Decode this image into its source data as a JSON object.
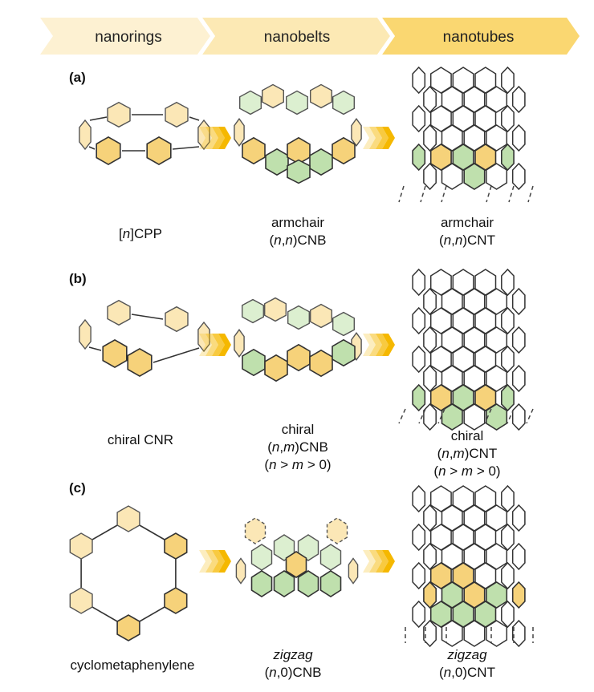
{
  "header": {
    "stages": [
      "nanorings",
      "nanobelts",
      "nanotubes"
    ],
    "colors": {
      "light": "#fdf1cf",
      "mid": "#fbe29b",
      "dark": "#f9cf5a"
    }
  },
  "rows": [
    {
      "tag": "(a)",
      "captions": [
        {
          "segments": [
            {
              "text": "[",
              "italic": false
            },
            {
              "text": "n",
              "italic": true
            },
            {
              "text": "]CPP",
              "italic": false
            }
          ]
        },
        {
          "line1": "armchair",
          "segments": [
            {
              "text": "(",
              "italic": false
            },
            {
              "text": "n",
              "italic": true
            },
            {
              "text": ",",
              "italic": false
            },
            {
              "text": "n",
              "italic": true
            },
            {
              "text": ")CNB",
              "italic": false
            }
          ]
        },
        {
          "line1": "armchair",
          "segments": [
            {
              "text": "(",
              "italic": false
            },
            {
              "text": "n",
              "italic": true
            },
            {
              "text": ",",
              "italic": false
            },
            {
              "text": "n",
              "italic": true
            },
            {
              "text": ")CNT",
              "italic": false
            }
          ]
        }
      ]
    },
    {
      "tag": "(b)",
      "captions": [
        {
          "segments": [
            {
              "text": "chiral CNR",
              "italic": false
            }
          ]
        },
        {
          "line1": "chiral",
          "segments": [
            {
              "text": "(",
              "italic": false
            },
            {
              "text": "n",
              "italic": true
            },
            {
              "text": ",",
              "italic": false
            },
            {
              "text": "m",
              "italic": true
            },
            {
              "text": ")CNB",
              "italic": false
            }
          ],
          "line3": [
            {
              "text": "(",
              "italic": false
            },
            {
              "text": "n",
              "italic": true
            },
            {
              "text": " > ",
              "italic": false
            },
            {
              "text": "m",
              "italic": true
            },
            {
              "text": " > 0)",
              "italic": false
            }
          ]
        },
        {
          "line1": "chiral",
          "segments": [
            {
              "text": "(",
              "italic": false
            },
            {
              "text": "n",
              "italic": true
            },
            {
              "text": ",",
              "italic": false
            },
            {
              "text": "m",
              "italic": true
            },
            {
              "text": ")CNT",
              "italic": false
            }
          ],
          "line3": [
            {
              "text": "(",
              "italic": false
            },
            {
              "text": "n",
              "italic": true
            },
            {
              "text": " > ",
              "italic": false
            },
            {
              "text": "m",
              "italic": true
            },
            {
              "text": " > 0)",
              "italic": false
            }
          ]
        }
      ]
    },
    {
      "tag": "(c)",
      "captions": [
        {
          "segments": [
            {
              "text": "cyclometaphenylene",
              "italic": false
            }
          ]
        },
        {
          "line1_italic": "zigzag",
          "segments": [
            {
              "text": "(",
              "italic": false
            },
            {
              "text": "n",
              "italic": true
            },
            {
              "text": ",0)CNB",
              "italic": false
            }
          ]
        },
        {
          "line1_italic": "zigzag",
          "segments": [
            {
              "text": "(",
              "italic": false
            },
            {
              "text": "n",
              "italic": true
            },
            {
              "text": ",0)CNT",
              "italic": false
            }
          ]
        }
      ]
    }
  ],
  "arrow_color": "#f5b800"
}
